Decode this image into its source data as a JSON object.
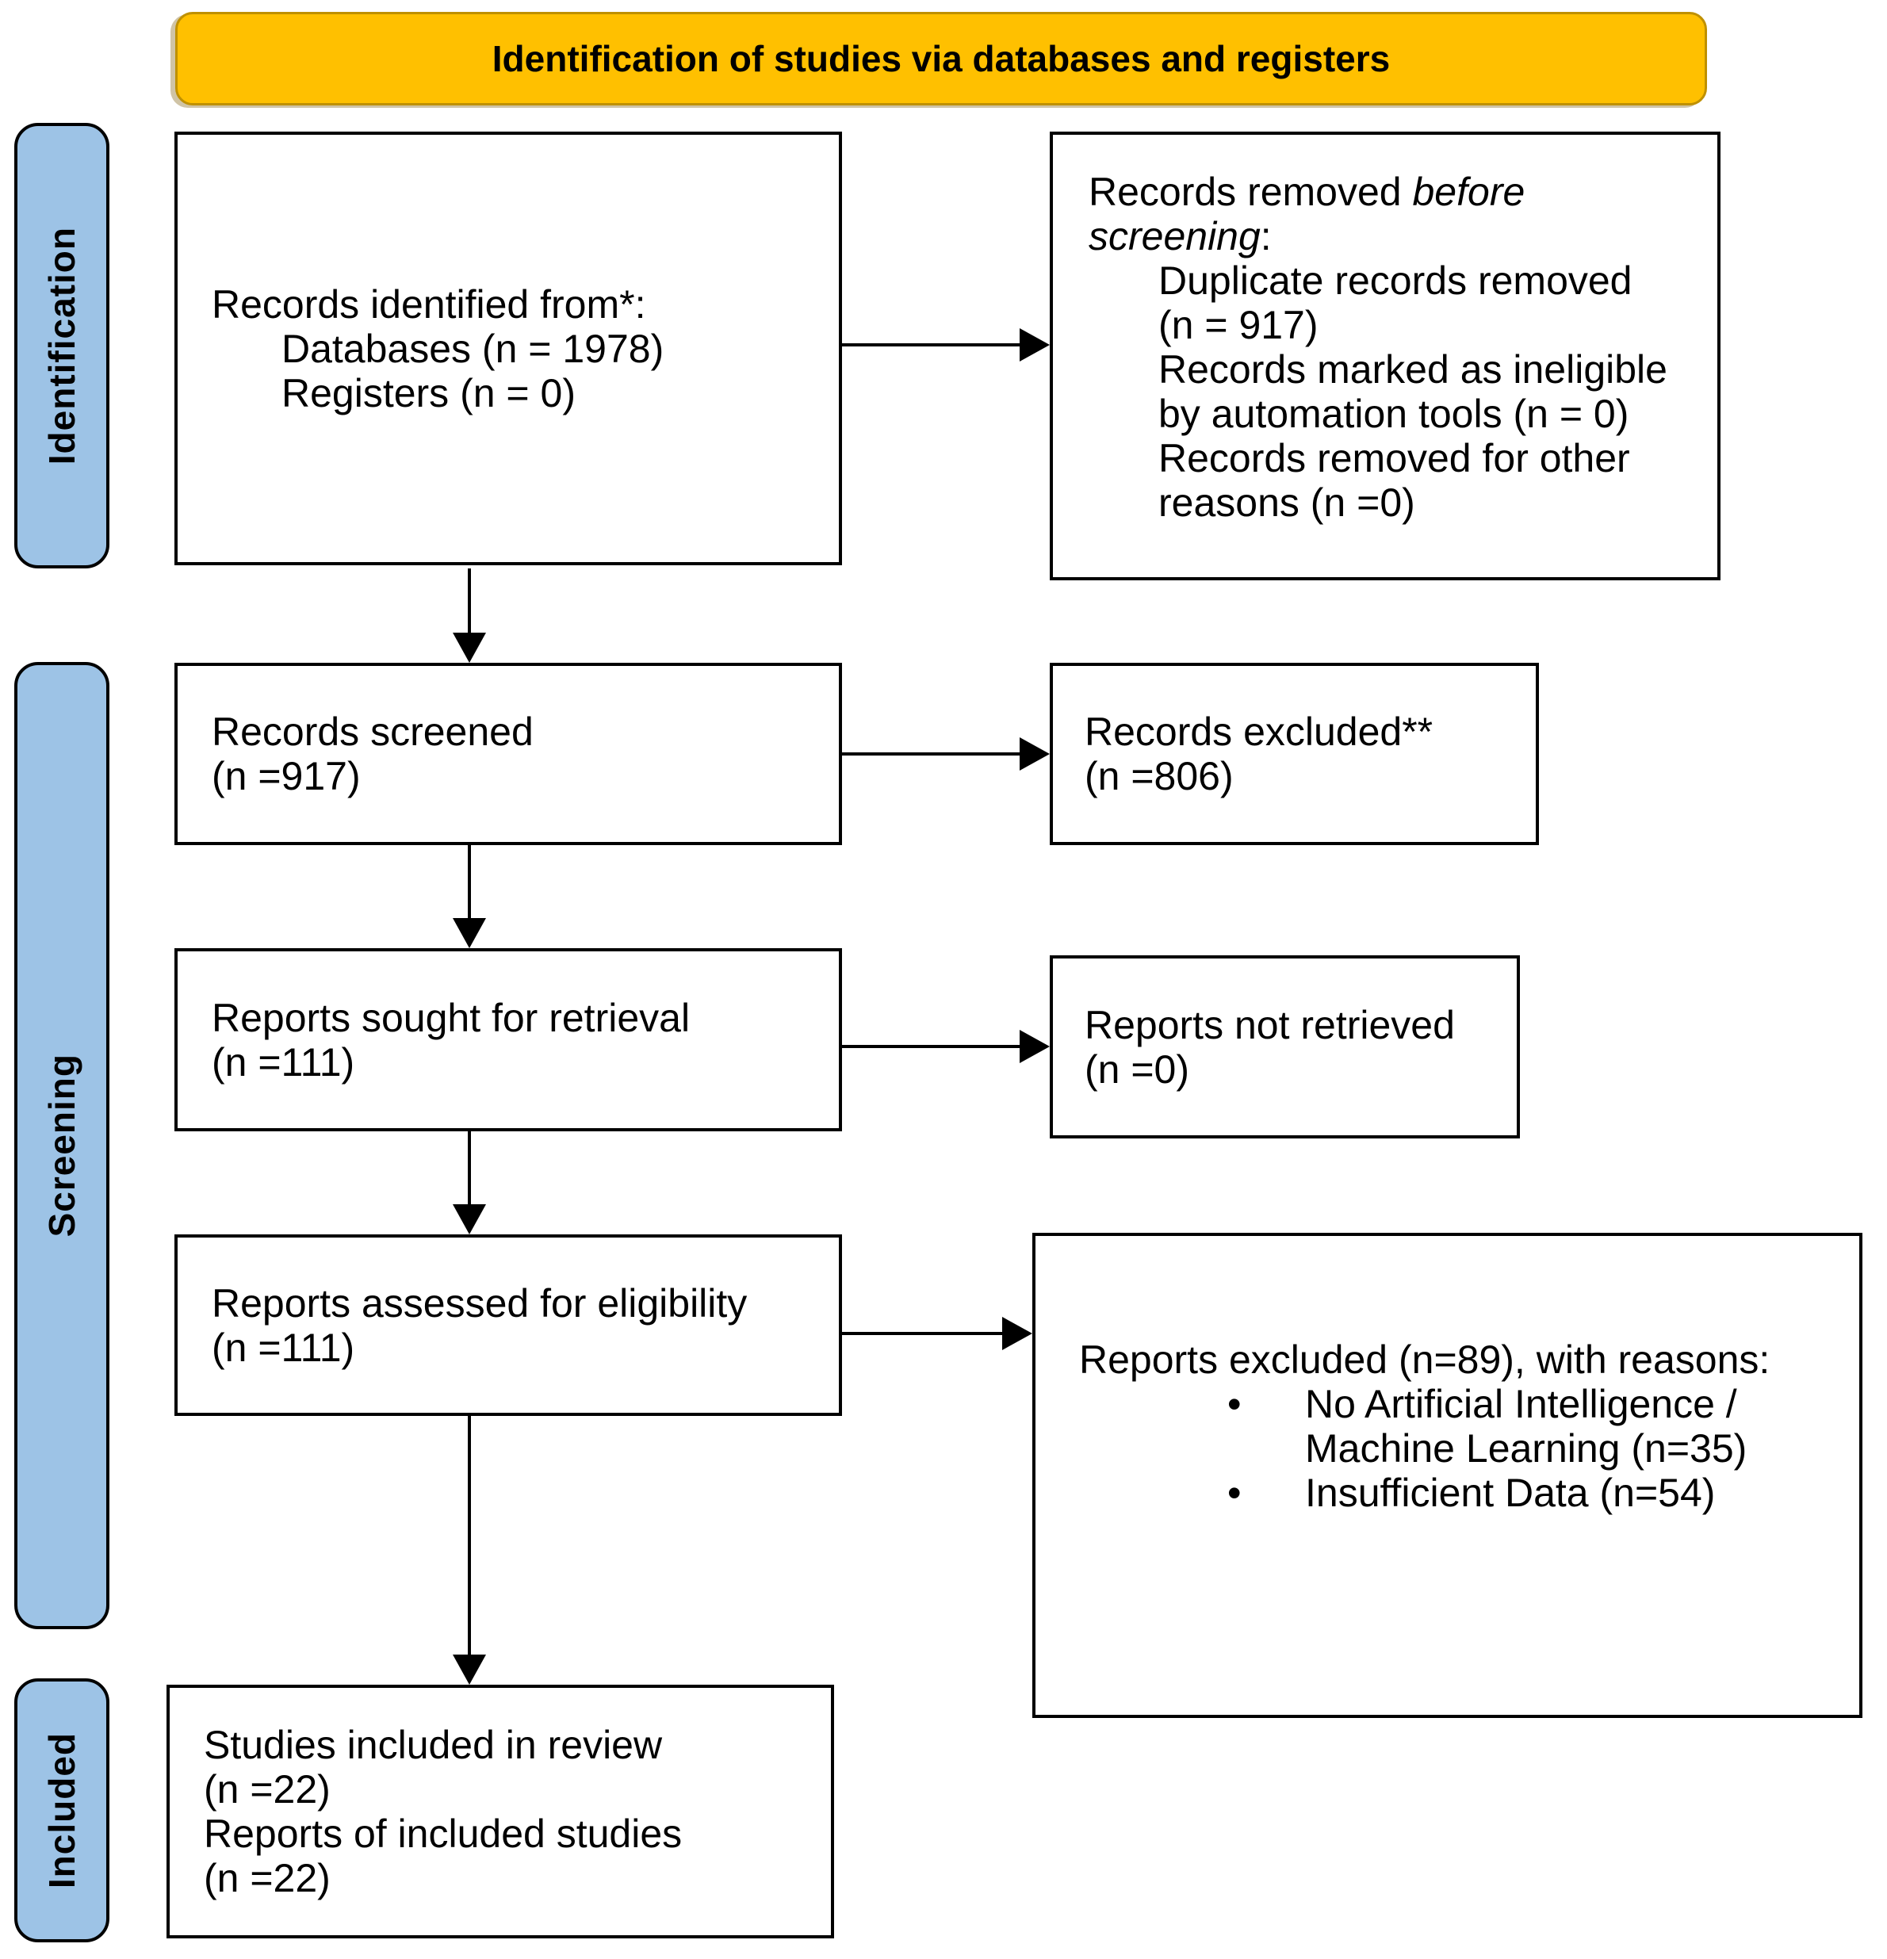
{
  "title": {
    "label": "Identification of studies via databases and registers"
  },
  "colors": {
    "banner_fill": "#FFC000",
    "banner_border": "#BF9000",
    "stage_fill": "#9DC3E6",
    "box_bg": "#FFFFFF",
    "ink": "#000000",
    "page_bg": "#FFFFFF"
  },
  "stages": [
    {
      "label": "Identification"
    },
    {
      "label": "Screening"
    },
    {
      "label": "Included"
    }
  ],
  "boxes": {
    "identified": {
      "header": "Records identified from*:",
      "items": [
        "Databases (n = 1978)",
        "Registers (n = 0)"
      ]
    },
    "removed": {
      "prefix": "Records removed ",
      "italic": "before screening",
      "suffix": ":",
      "items": [
        "Duplicate records removed (n = 917)",
        "Records marked as ineligible by automation tools (n = 0)",
        "Records removed for other reasons (n =0)"
      ]
    },
    "screened": {
      "lines": [
        "Records screened",
        "(n =917)"
      ]
    },
    "excluded": {
      "lines": [
        "Records excluded**",
        "(n =806)"
      ]
    },
    "sought": {
      "lines": [
        "Reports sought for retrieval",
        "(n =111)"
      ]
    },
    "not_retrieved": {
      "lines": [
        "Reports not retrieved",
        "(n =0)"
      ]
    },
    "assessed": {
      "lines": [
        "Reports assessed for eligibility",
        "(n =111)"
      ]
    },
    "reports_excluded": {
      "header": "Reports excluded (n=89), with reasons:",
      "bullet_glyph": "•",
      "bullets": [
        "No Artificial Intelligence / Machine Learning (n=35)",
        "Insufficient Data (n=54)"
      ]
    },
    "included": {
      "lines": [
        "Studies included in review",
        "(n =22)",
        "Reports of included studies",
        "(n =22)"
      ]
    }
  }
}
